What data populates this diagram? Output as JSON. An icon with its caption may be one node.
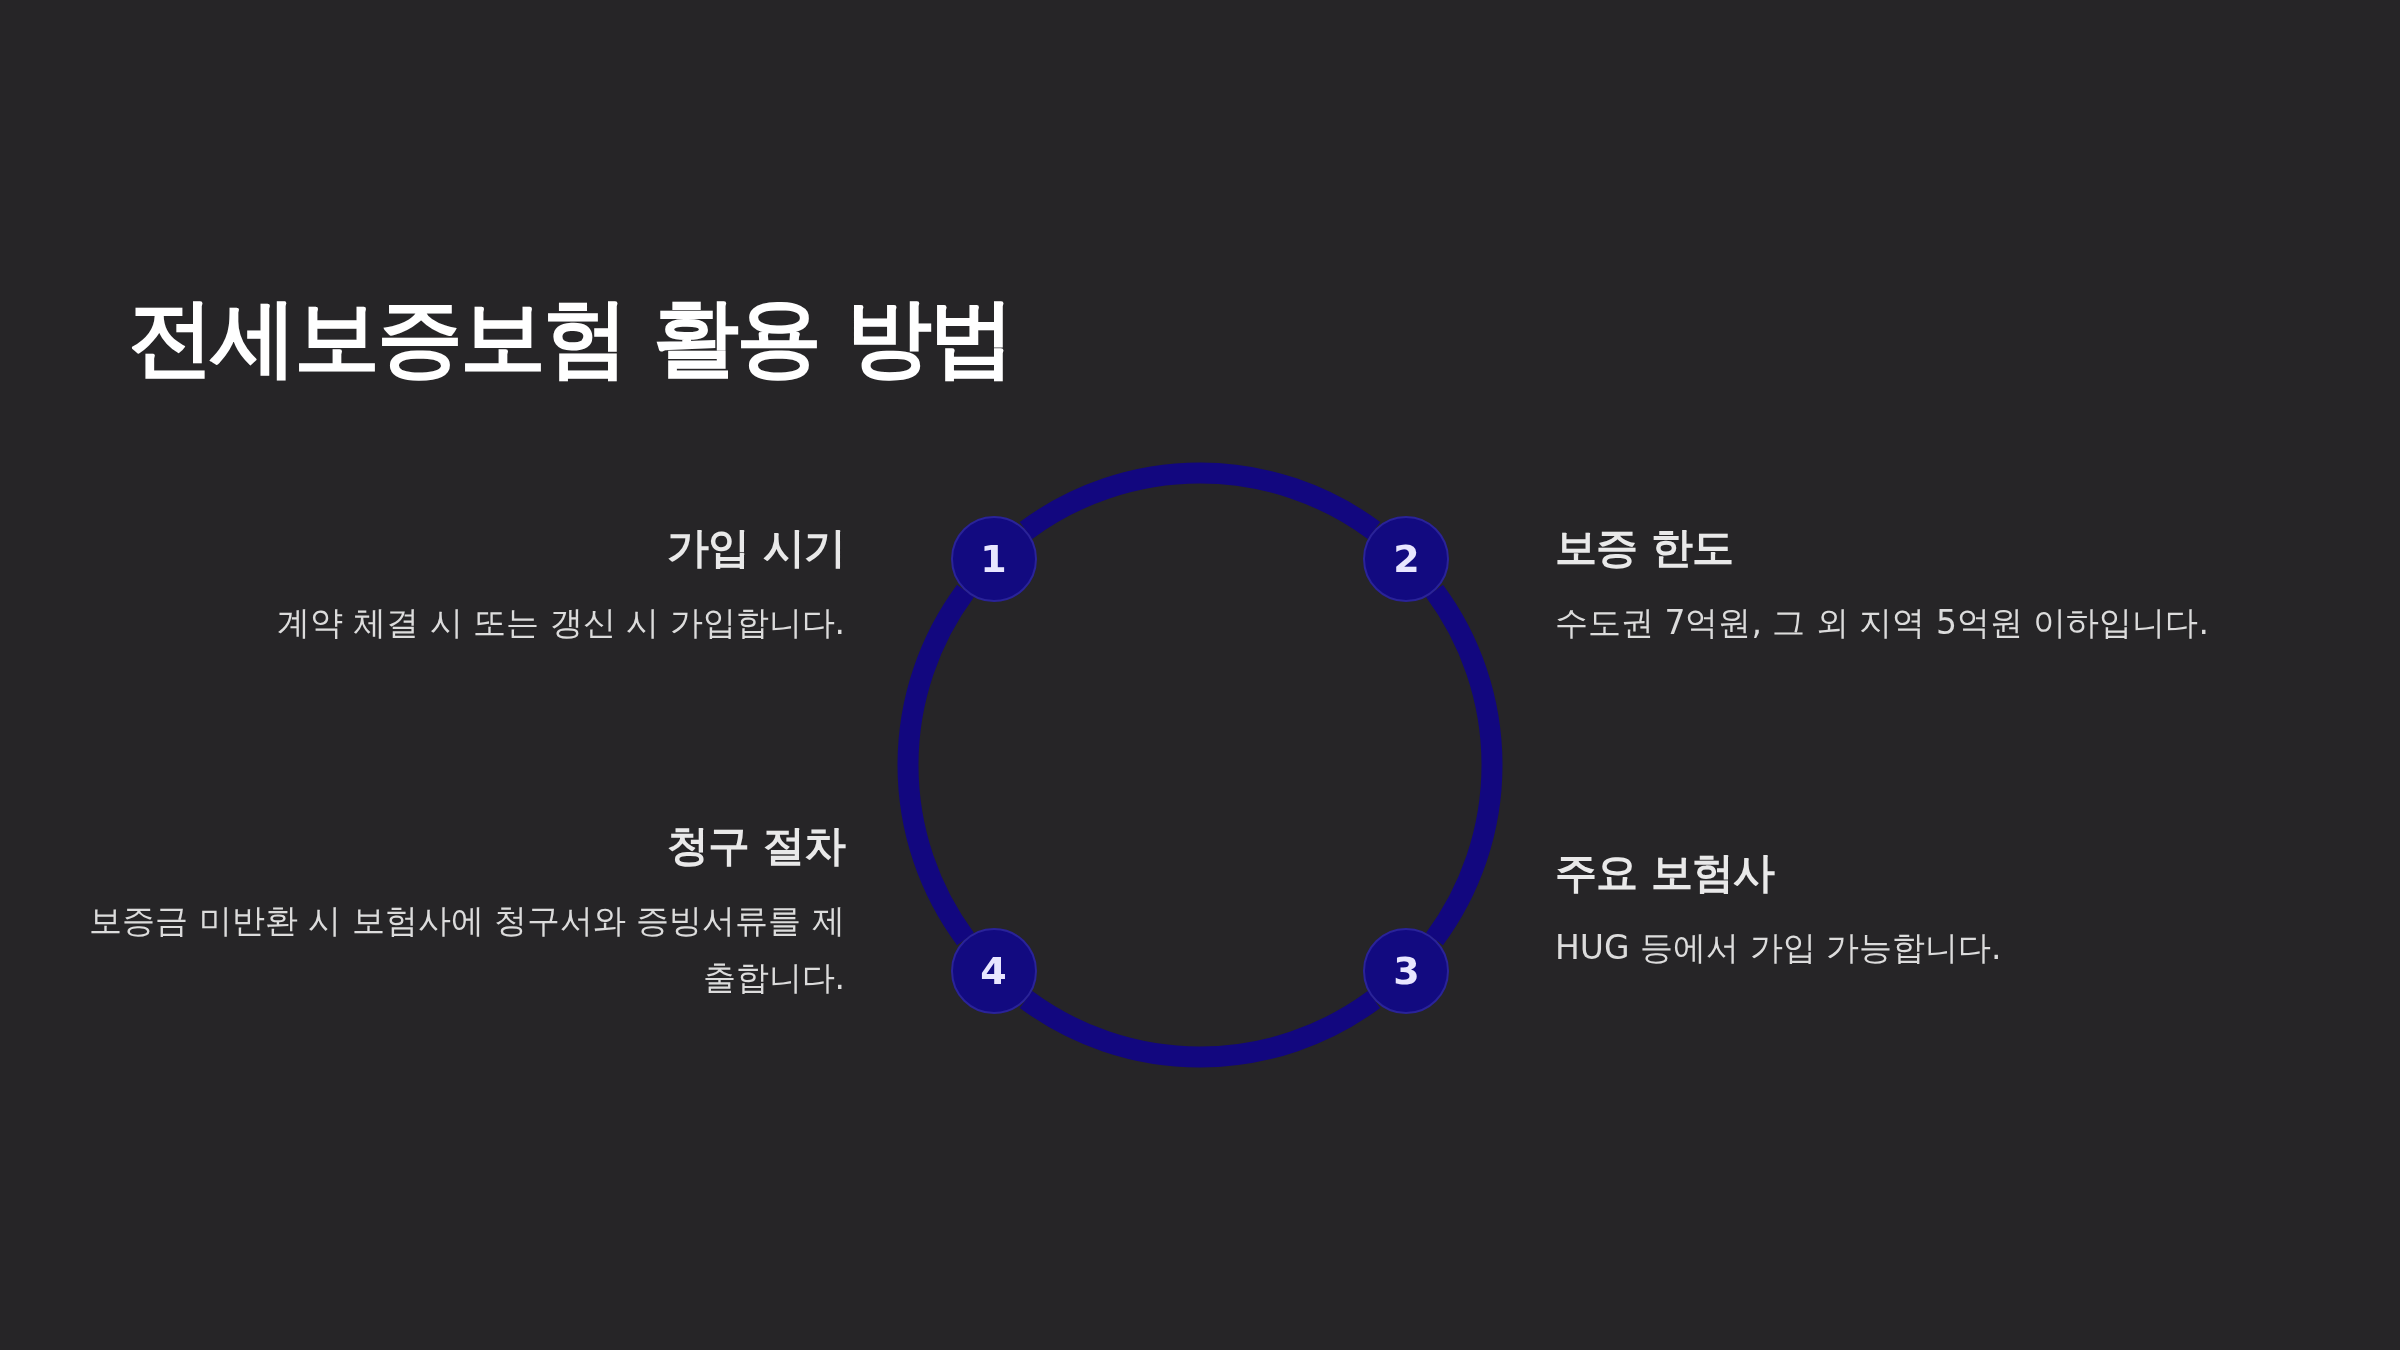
{
  "diagram": {
    "title": "전세보증보험 활용 방법",
    "nodes": [
      {
        "text": [
          "1"
        ],
        "beside": [
          "가입 시기",
          "계약 체결 시 또는 갱신 시 가입합니다."
        ]
      },
      {
        "text": [
          "2"
        ],
        "beside": [
          "보증 한도",
          "수도권 7억원, 그 외 지역 5억원 이하입니다."
        ]
      },
      {
        "text": [
          "3"
        ],
        "beside": [
          "주요 보험사",
          "HUG 등에서 가입 가능합니다."
        ]
      },
      {
        "text": [
          "4"
        ],
        "beside": [
          "청구 절차",
          "보증금 미반환 시 보험사에 청구서와 증빙서류를 제출합니다."
        ]
      }
    ],
    "edges": [
      {
        "from": 0,
        "to": 1,
        "arrow": "none"
      },
      {
        "from": 1,
        "to": 2,
        "arrow": "none"
      },
      {
        "from": 2,
        "to": 3,
        "arrow": "none"
      },
      {
        "from": 3,
        "to": 0,
        "arrow": "none"
      }
    ]
  }
}
